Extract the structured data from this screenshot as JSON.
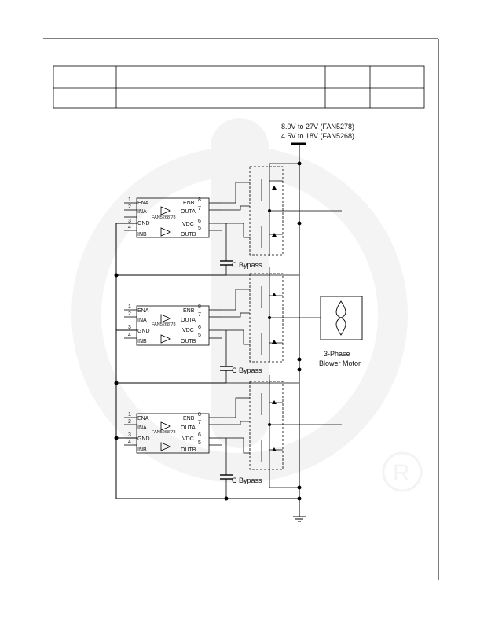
{
  "supply": {
    "line1": "8.0V to 27V (FAN5278)",
    "line2": "4.5V to 18V (FAN5268)"
  },
  "motor": {
    "line1": "3-Phase",
    "line2": "Blower Motor"
  },
  "capacitor_label": "C Bypass",
  "drivers": [
    {
      "part": "FAN5268/78",
      "pins_left": [
        {
          "num": "1",
          "name": "ENA"
        },
        {
          "num": "2",
          "name": "INA"
        },
        {
          "num": "3",
          "name": "GND"
        },
        {
          "num": "4",
          "name": "INB"
        }
      ],
      "pins_right": [
        {
          "num": "8",
          "name": "ENB"
        },
        {
          "num": "7",
          "name": "OUTA"
        },
        {
          "num": "6",
          "name": "VDC"
        },
        {
          "num": "5",
          "name": "OUTB"
        }
      ]
    },
    {
      "part": "FAN5268/78",
      "pins_left": [
        {
          "num": "1",
          "name": "ENA"
        },
        {
          "num": "2",
          "name": "INA"
        },
        {
          "num": "3",
          "name": "GND"
        },
        {
          "num": "4",
          "name": "INB"
        }
      ],
      "pins_right": [
        {
          "num": "8",
          "name": "ENB"
        },
        {
          "num": "7",
          "name": "OUTA"
        },
        {
          "num": "6",
          "name": "VDC"
        },
        {
          "num": "5",
          "name": "OUTB"
        }
      ]
    },
    {
      "part": "FAN5268/78",
      "pins_left": [
        {
          "num": "1",
          "name": "ENA"
        },
        {
          "num": "2",
          "name": "INA"
        },
        {
          "num": "3",
          "name": "GND"
        },
        {
          "num": "4",
          "name": "INB"
        }
      ],
      "pins_right": [
        {
          "num": "8",
          "name": "ENB"
        },
        {
          "num": "7",
          "name": "OUTA"
        },
        {
          "num": "6",
          "name": "VDC"
        },
        {
          "num": "5",
          "name": "OUTB"
        }
      ]
    }
  ]
}
